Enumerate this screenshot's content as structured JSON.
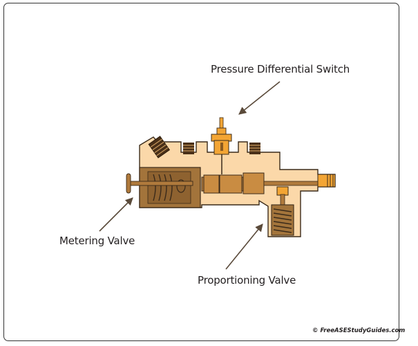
{
  "labels": {
    "pressure_switch": "Pressure Differential Switch",
    "metering_valve": "Metering Valve",
    "proportioning_valve": "Proportioning Valve"
  },
  "credit": "© FreeASEStudyGuides.com",
  "colors": {
    "body": "#fbd8a9",
    "body_outline": "#3a2a1a",
    "metering_block": "#a3743b",
    "switch_orange": "#f3a534",
    "rod": "#b07a3c",
    "dark": "#4a3018",
    "arrow": "#5a4a3a"
  }
}
